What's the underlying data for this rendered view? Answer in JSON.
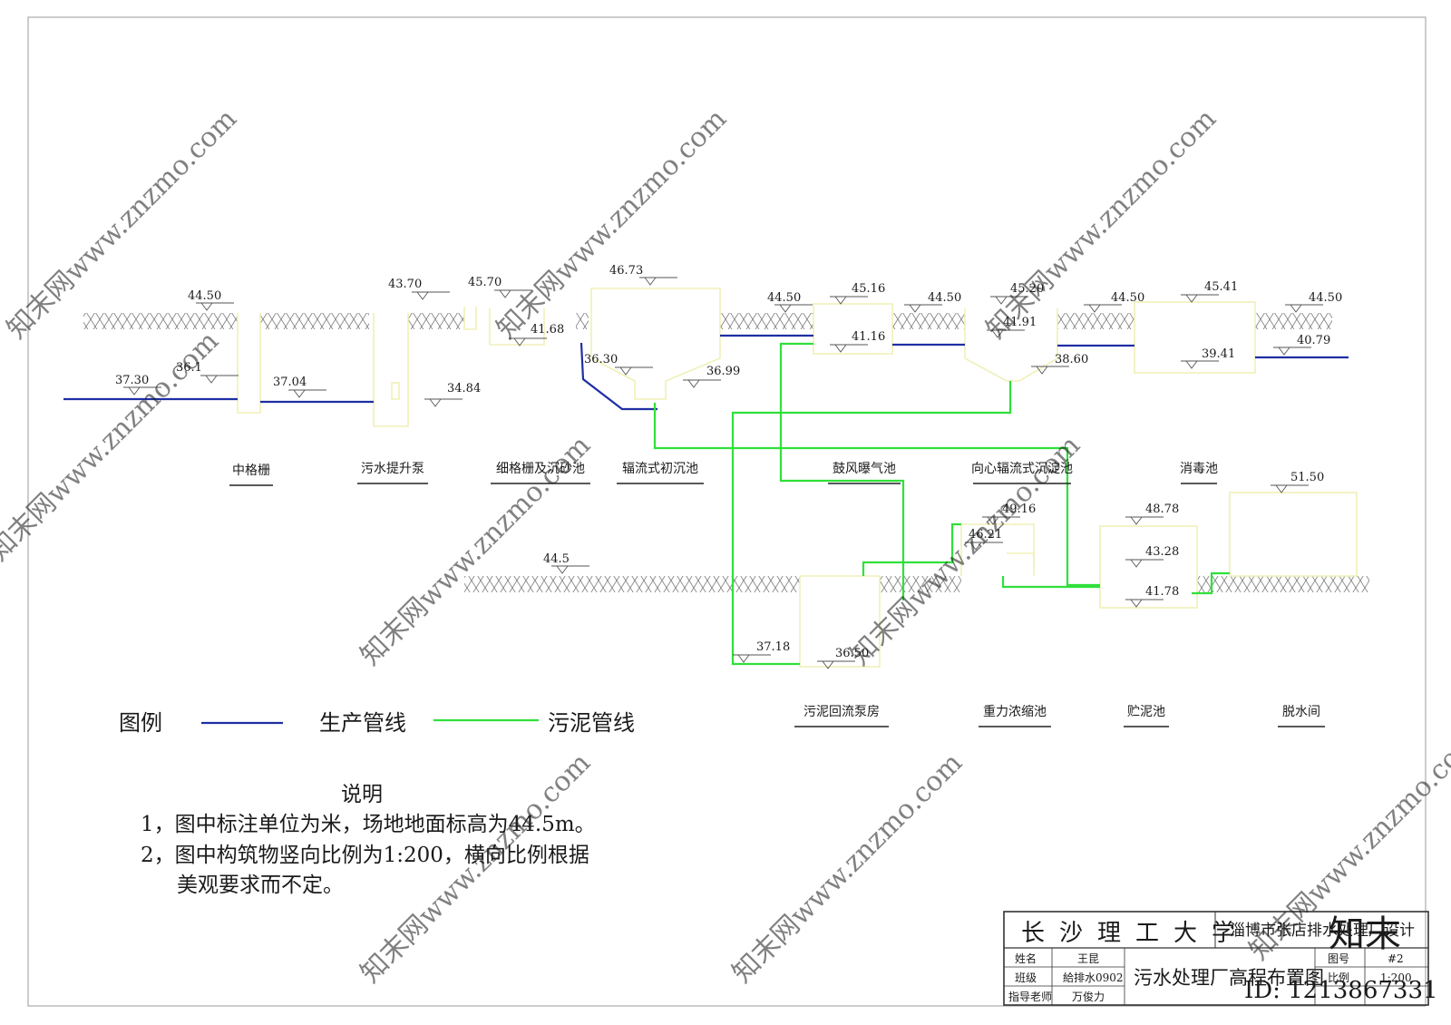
{
  "colors": {
    "production_line": "#1f2fa3",
    "sludge_line": "#2fe03a",
    "structure_outline": "#f2f2c4",
    "ground_hatch": "#6a6a6a",
    "text": "#1a1a1a"
  },
  "elevations": {
    "e1": "44.50",
    "e2": "37.30",
    "e3": "36.1",
    "e4": "37.04",
    "e5": "43.70",
    "e6": "34.84",
    "e7": "45.70",
    "e8": "41.68",
    "e9": "46.73",
    "e10": "36.30",
    "e11": "36.99",
    "e12": "44.50",
    "e13": "45.16",
    "e14": "41.16",
    "e15": "44.50",
    "e16": "45.20",
    "e17": "41.91",
    "e18": "38.60",
    "e19": "44.50",
    "e20": "45.41",
    "e21": "39.41",
    "e22": "44.50",
    "e23": "40.79",
    "e24": "44.5",
    "e25": "49.16",
    "e26": "46.21",
    "e27": "48.78",
    "e28": "43.28",
    "e29": "41.78",
    "e30": "51.50",
    "e31": "37.18",
    "e32": "36.50"
  },
  "structures": {
    "coarse_screen": "中格栅",
    "lift_pump": "污水提升泵",
    "fine_screen_grit": "细格栅及沉砂池",
    "primary_clarifier": "辐流式初沉池",
    "aeration_tank": "鼓风曝气池",
    "secondary_clarifier": "向心辐流式沉淀池",
    "disinfection_tank": "消毒池",
    "sludge_return_pump": "污泥回流泵房",
    "gravity_thickener": "重力浓缩池",
    "sludge_storage": "贮泥池",
    "dewatering_room": "脱水间"
  },
  "legend": {
    "title": "图例",
    "production": "生产管线",
    "sludge": "污泥管线"
  },
  "notes": {
    "title": "说明",
    "line1": "1，图中标注单位为米，场地地面标高为44.5m。",
    "line2": "2，图中构筑物竖向比例为1:200，横向比例根据",
    "line3": "美观要求而不定。"
  },
  "title_block": {
    "university": "长沙理工大学",
    "project": "淄博市张店排水处理厂设计",
    "name_label": "姓名",
    "name_value": "王昆",
    "class_label": "班级",
    "class_value": "給排水0902",
    "advisor_label": "指导老师",
    "advisor_value": "万俊力",
    "drawing_title": "污水处理厂高程布置图",
    "drawing_no_label": "图号",
    "drawing_no_value": "#2",
    "scale_label": "比例",
    "scale_value": "1:200"
  },
  "watermark": {
    "site": "知末网www.znzmo.com",
    "logo": "知末",
    "id": "ID: 1213867331"
  }
}
